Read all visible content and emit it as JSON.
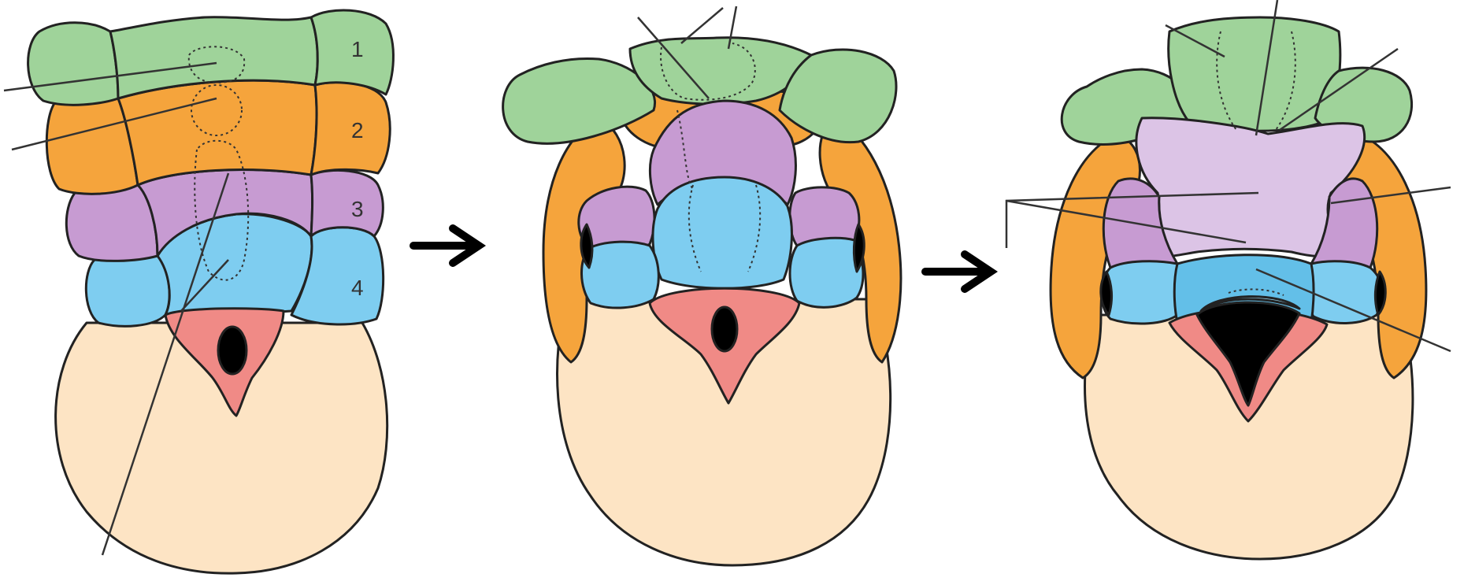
{
  "arch_numbers": [
    "1",
    "2",
    "3",
    "4"
  ],
  "colors": {
    "arch1": "#9fd39a",
    "arch2": "#f5a43c",
    "arch3": "#c79bd2",
    "arch3_light": "#dcc4e6",
    "arch4": "#7ecdf0",
    "arch4_mid": "#63bfe8",
    "pharynx": "#f08a86",
    "body": "#fde4c4",
    "outline": "#222222",
    "opening": "#000000",
    "arrow": "#000000",
    "leader_line": "#333333"
  }
}
